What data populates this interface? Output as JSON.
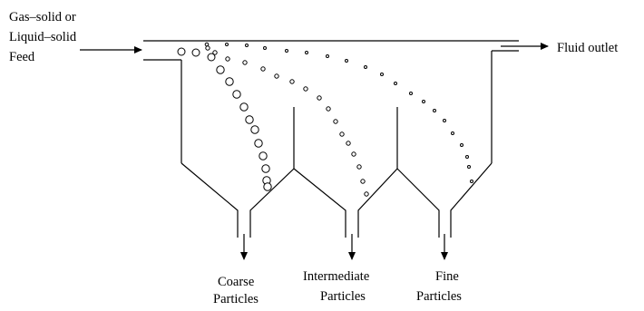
{
  "feed": {
    "label_line1": "Gas–solid or",
    "label_line2": "Liquid–solid",
    "label_line3": "Feed"
  },
  "outlet": {
    "label": "Fluid outlet"
  },
  "outputs": [
    {
      "line1": "Coarse",
      "line2": "Particles"
    },
    {
      "line1": "Intermediate",
      "line2": "Particles"
    },
    {
      "line1": "Fine",
      "line2": "Particles"
    }
  ]
}
